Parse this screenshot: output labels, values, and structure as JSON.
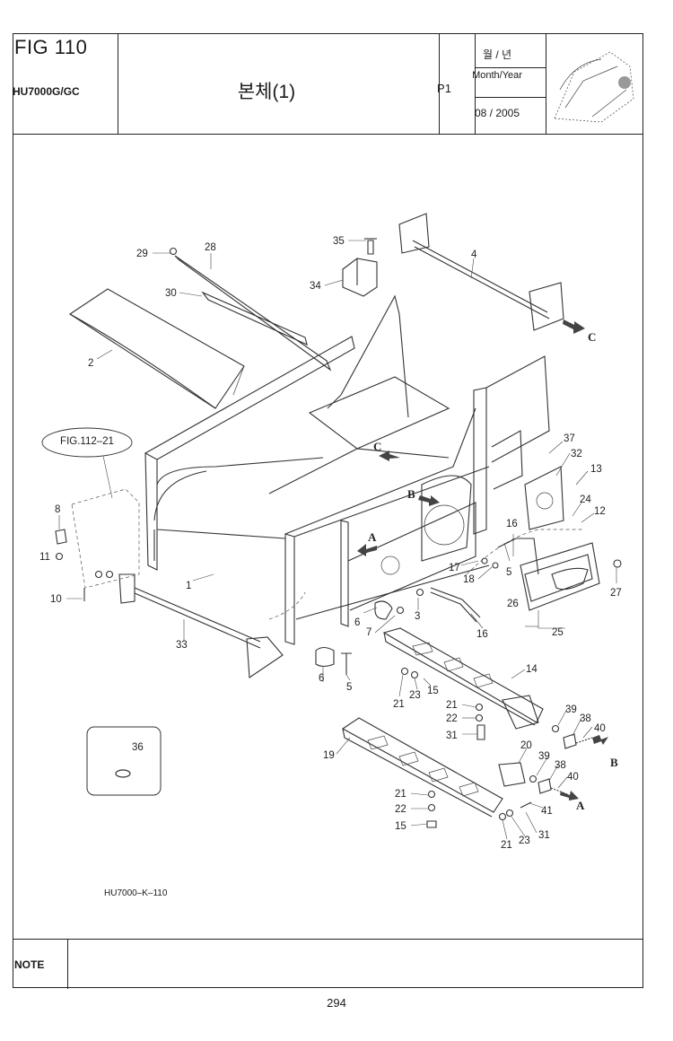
{
  "header": {
    "fig_label": "FIG 110",
    "model": "HU7000G/GC",
    "title": "본체(1)",
    "page_code": "P1",
    "date_heading_kr": "월 / 년",
    "date_heading_en": "Month/Year",
    "date_value": "08 / 2005"
  },
  "drawing": {
    "reference_label": "FIG.112–21",
    "drawing_code": "HU7000–K–110",
    "callouts": {
      "c1": "1",
      "c2": "2",
      "c3a": "3",
      "c4": "4",
      "c5a": "5",
      "c5b": "5",
      "c6a": "6",
      "c6b": "6",
      "c7": "7",
      "c8": "8",
      "c10": "10",
      "c11": "11",
      "c12": "12",
      "c13": "13",
      "c14": "14",
      "c15a": "15",
      "c15b": "15",
      "c16a": "16",
      "c16b": "16",
      "c17": "17",
      "c18": "18",
      "c19": "19",
      "c20": "20",
      "c21a": "21",
      "c21b": "21",
      "c21c": "21",
      "c21d": "21",
      "c22a": "22",
      "c22b": "22",
      "c23a": "23",
      "c23b": "23",
      "c24": "24",
      "c25": "25",
      "c26": "26",
      "c27": "27",
      "c28": "28",
      "c29": "29",
      "c30": "30",
      "c31a": "31",
      "c31b": "31",
      "c32": "32",
      "c33": "33",
      "c34": "34",
      "c35": "35",
      "c36": "36",
      "c37": "37",
      "c38a": "38",
      "c38b": "38",
      "c39a": "39",
      "c39b": "39",
      "c40a": "40",
      "c40b": "40",
      "c41": "41"
    },
    "arrows": {
      "a1": "A",
      "a2": "A",
      "b1": "B",
      "b2": "B",
      "c1": "C",
      "c2": "C"
    }
  },
  "footer": {
    "note_label": "NOTE",
    "page_number": "294"
  }
}
